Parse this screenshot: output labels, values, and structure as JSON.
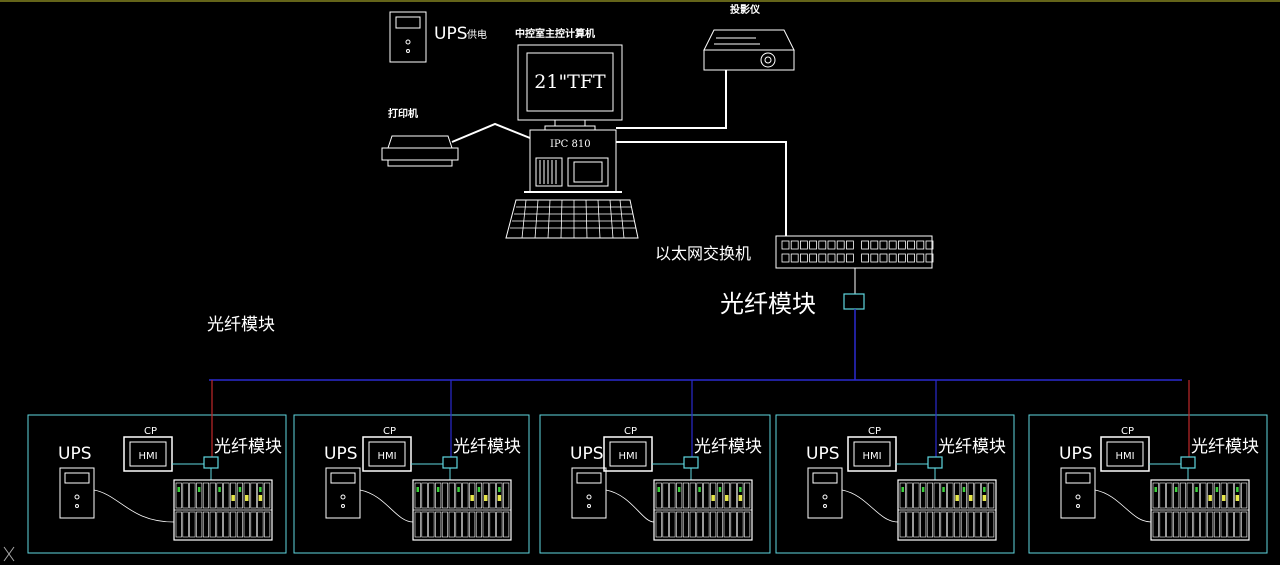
{
  "top": {
    "ups_label": "UPS",
    "ups_suffix": "供电",
    "pc_caption": "中控室主控计算机",
    "monitor_text": "21\"TFT",
    "ipc_label": "IPC  810",
    "printer_label": "打印机",
    "projector_label": "投影仪",
    "switch_label": "以太网交换机",
    "fiber_module_main": "光纤模块",
    "fiber_module_left": "光纤模块"
  },
  "stations": [
    {
      "ups": "UPS",
      "cp": "CP",
      "hmi": "HMI",
      "fiber": "光纤模块"
    },
    {
      "ups": "UPS",
      "cp": "CP",
      "hmi": "HMI",
      "fiber": "光纤模块"
    },
    {
      "ups": "UPS",
      "cp": "CP",
      "hmi": "HMI",
      "fiber": "光纤模块"
    },
    {
      "ups": "UPS",
      "cp": "CP",
      "hmi": "HMI",
      "fiber": "光纤模块"
    },
    {
      "ups": "UPS",
      "cp": "CP",
      "hmi": "HMI",
      "fiber": "光纤模块"
    }
  ],
  "colors": {
    "background": "#000000",
    "line": "#ffffff",
    "bus": "#2a2ad0",
    "red_drop": "#c0282a",
    "station_border": "#5fd7e0",
    "plc_green": "#3ad03a",
    "plc_yellow": "#e8e84a"
  }
}
